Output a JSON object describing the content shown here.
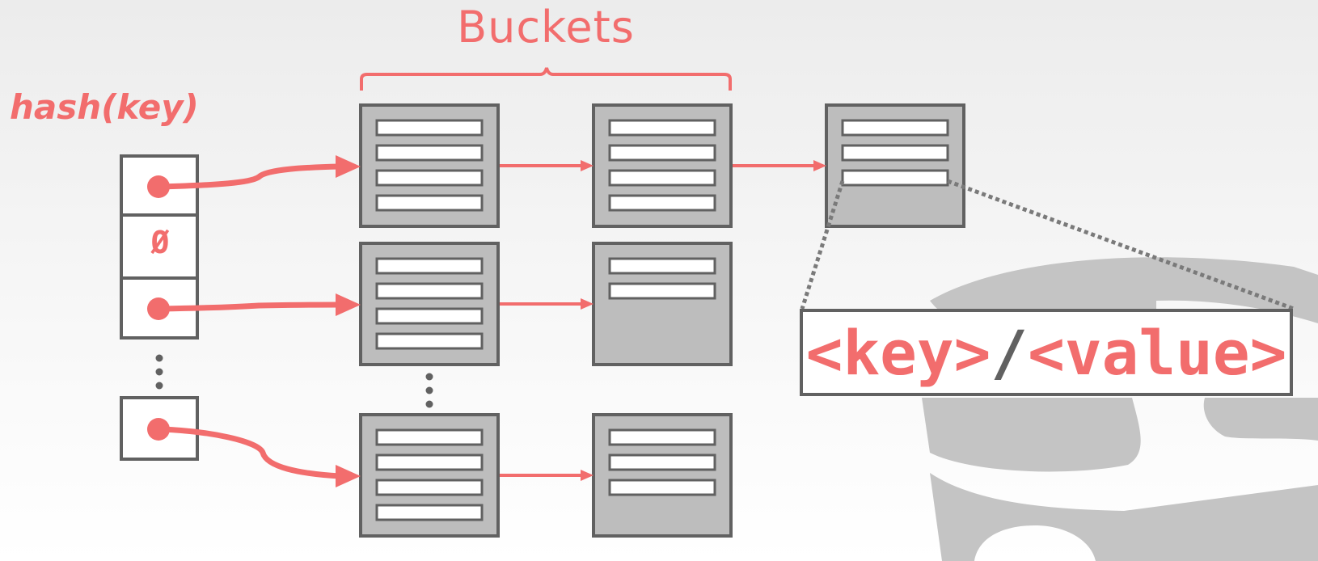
{
  "title": "Buckets",
  "hash_label": "hash(key)",
  "empty_slot": "Ø",
  "record": {
    "key": "<key>",
    "separator": "/",
    "value": "<value>"
  },
  "colors": {
    "accent": "#f26d6d",
    "box_border": "#616161",
    "bucket_fill": "#bdbdbd",
    "watermark": "#c4c4c4"
  }
}
